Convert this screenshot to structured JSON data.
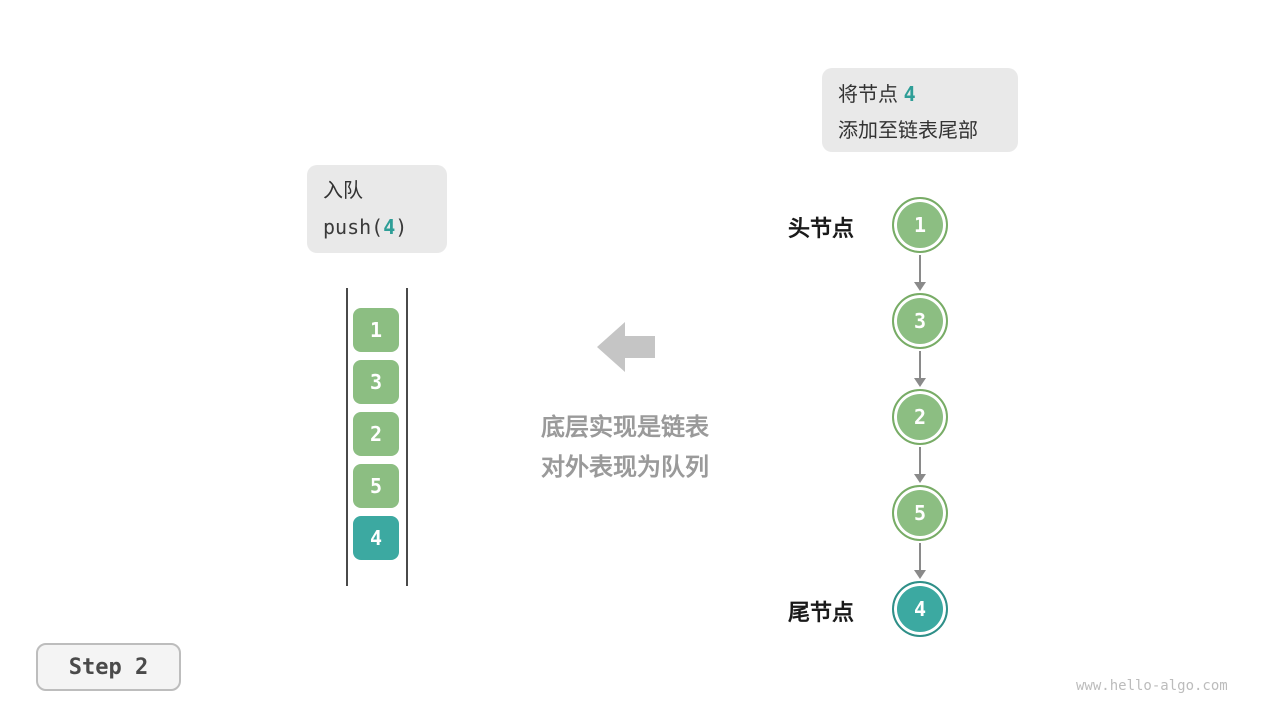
{
  "annotation_top": {
    "line1_prefix": "将节点 ",
    "line1_value": "4",
    "line2": "添加至链表尾部"
  },
  "operation_box": {
    "line1": "入队",
    "code_prefix": "push(",
    "code_value": "4",
    "code_suffix": ")"
  },
  "queue": {
    "items": [
      {
        "value": "1",
        "color": "green"
      },
      {
        "value": "3",
        "color": "green"
      },
      {
        "value": "2",
        "color": "green"
      },
      {
        "value": "5",
        "color": "green"
      },
      {
        "value": "4",
        "color": "teal"
      }
    ]
  },
  "center": {
    "line1": "底层实现是链表",
    "line2": "对外表现为队列"
  },
  "linked_list": {
    "head_label": "头节点",
    "tail_label": "尾节点",
    "nodes": [
      {
        "value": "1",
        "color": "green"
      },
      {
        "value": "3",
        "color": "green"
      },
      {
        "value": "2",
        "color": "green"
      },
      {
        "value": "5",
        "color": "green"
      },
      {
        "value": "4",
        "color": "teal"
      }
    ]
  },
  "footer": {
    "step_label": "Step 2",
    "watermark": "www.hello-algo.com"
  },
  "colors": {
    "green_fill": "#8cbe82",
    "teal_fill": "#3ca9a1",
    "accent_text": "#2e9e97",
    "note_bg": "#e9e9e9",
    "muted_text": "#9a9a9a"
  }
}
